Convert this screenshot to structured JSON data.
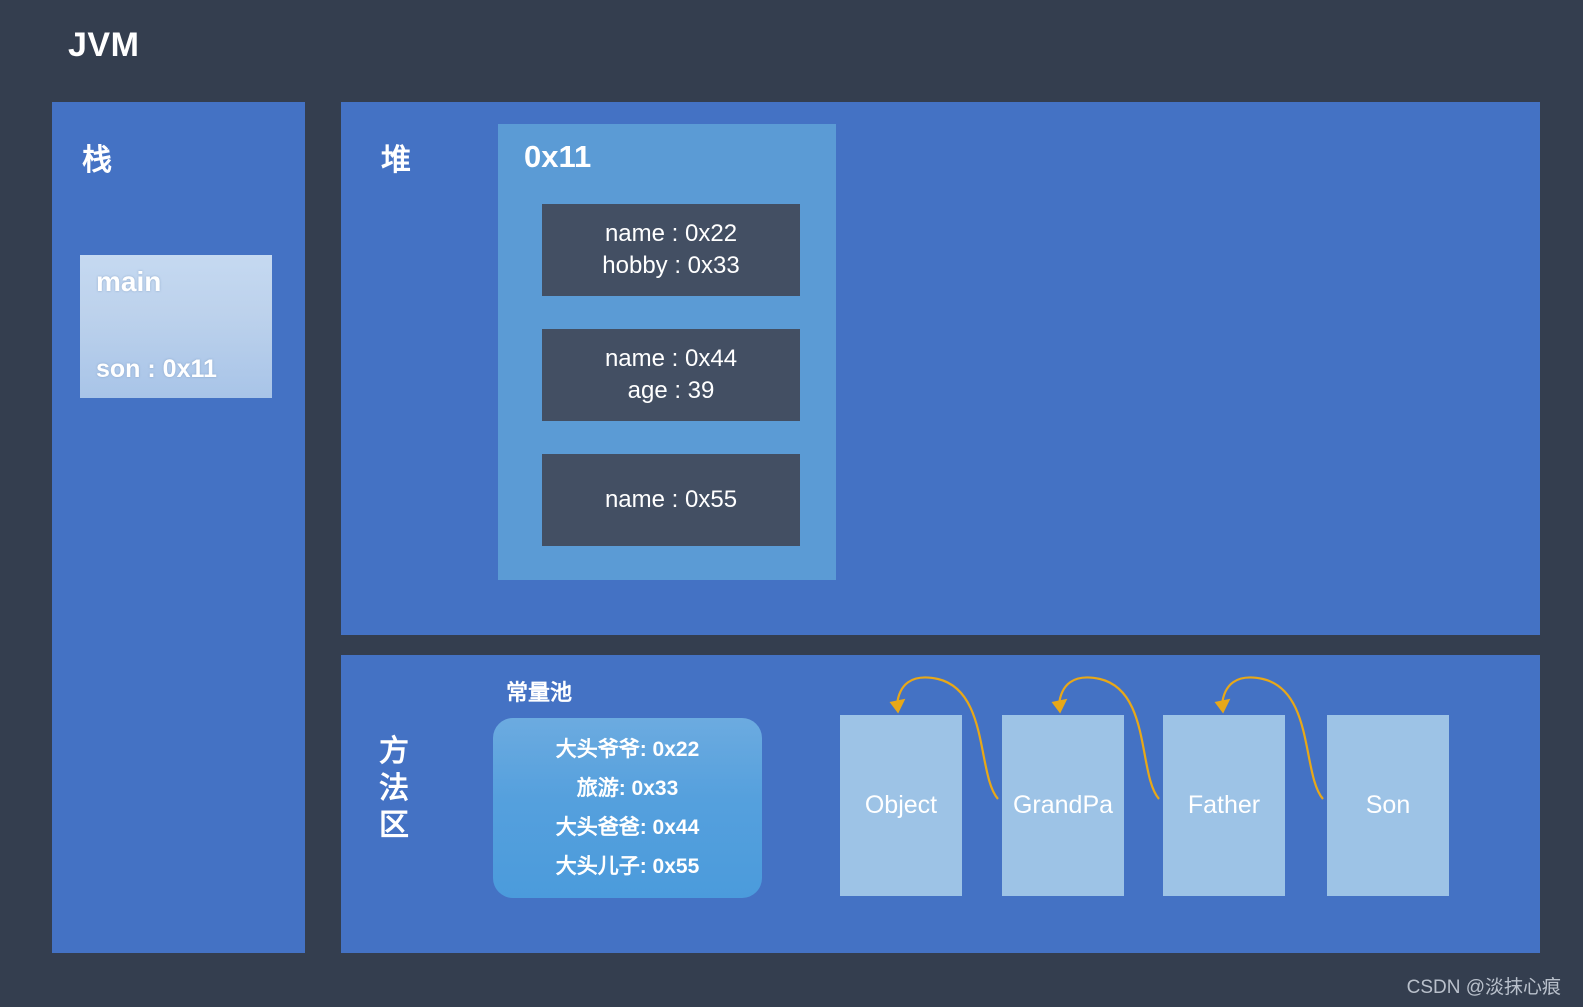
{
  "title": "JVM",
  "stack": {
    "label": "栈",
    "frame": {
      "title": "main",
      "variable": "son : 0x11"
    }
  },
  "heap": {
    "label": "堆",
    "object": {
      "address": "0x11",
      "field_boxes": [
        {
          "lines": [
            "name : 0x22",
            "hobby : 0x33"
          ]
        },
        {
          "lines": [
            "name : 0x44",
            "age : 39"
          ]
        },
        {
          "lines": [
            "name : 0x55"
          ]
        }
      ]
    }
  },
  "method_area": {
    "label": "方法区",
    "constant_pool": {
      "label": "常量池",
      "entries": [
        "大头爷爷: 0x22",
        "旅游: 0x33",
        "大头爸爸: 0x44",
        "大头儿子: 0x55"
      ]
    },
    "classes": [
      {
        "name": "Object"
      },
      {
        "name": "GrandPa"
      },
      {
        "name": "Father"
      },
      {
        "name": "Son"
      }
    ],
    "inheritance_arrows": [
      {
        "from": "GrandPa",
        "to": "Object"
      },
      {
        "from": "Father",
        "to": "GrandPa"
      },
      {
        "from": "Son",
        "to": "Father"
      }
    ]
  },
  "watermark": "CSDN @淡抹心痕",
  "colors": {
    "background": "#343e4f",
    "panel": "#4472c4",
    "object": "#5b9bd5",
    "field_box": "#434f63",
    "class_box": "#9dc3e6",
    "arrow": "#e8a818",
    "text": "#ffffff"
  }
}
